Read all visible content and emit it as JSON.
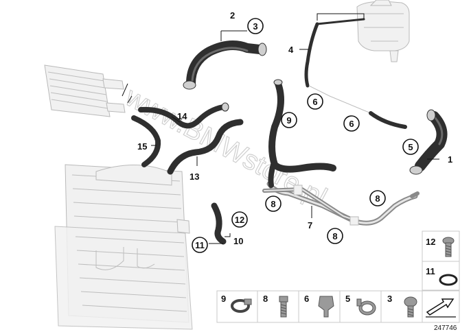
{
  "diagram": {
    "watermark": "www.BMWstore.pl",
    "document_number": "247746",
    "callouts": {
      "c1": "1",
      "c2": "2",
      "c3": "3",
      "c4": "4",
      "c5": "5",
      "c6a": "6",
      "c6b": "6",
      "c7": "7",
      "c8a": "8",
      "c8b": "8",
      "c8c": "8",
      "c9": "9",
      "c10": "10",
      "c11": "11",
      "c12": "12",
      "c13": "13",
      "c14": "14",
      "c15": "15"
    },
    "legend": {
      "right": [
        {
          "label": "12",
          "part": "bolt-icon"
        },
        {
          "label": "11",
          "part": "o-ring-icon"
        }
      ],
      "bottom": [
        {
          "label": "9",
          "part": "hose-clamp-icon"
        },
        {
          "label": "8",
          "part": "bolt-icon"
        },
        {
          "label": "6",
          "part": "clip-icon"
        },
        {
          "label": "5",
          "part": "spring-clamp-icon"
        },
        {
          "label": "3",
          "part": "screw-icon"
        }
      ]
    },
    "colors": {
      "hose": "#2f2f2f",
      "ghost_parts": "#bdbdbd",
      "pipe": "#8a8a8a"
    }
  }
}
